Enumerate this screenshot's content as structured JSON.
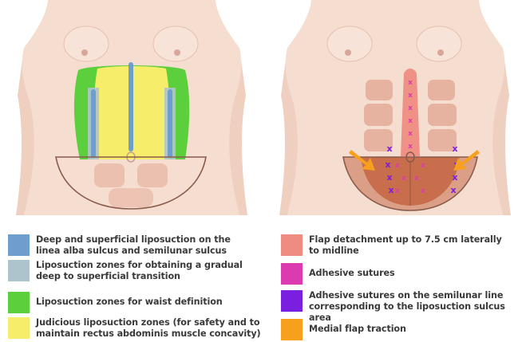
{
  "legend_left": [
    {
      "text": "Deep and superficial liposuction on the\nlinea alba sulcus and semilunar sulcus",
      "color": "#6f9dcc"
    },
    {
      "text": "Liposuction zones for obtaining a gradual\ndeep to superficial transition",
      "color": "#aec4cc"
    },
    {
      "text": "Liposuction zones for waist definition",
      "color": "#5ccf3c"
    },
    {
      "text": "Judicious liposuction zones (for safety and to\nmaintain rectus abdominis muscle concavity)",
      "color": "#f6ee6a"
    }
  ],
  "legend_right": [
    {
      "text": "Flap detachment up to 7.5 cm laterally\nto midline",
      "color": "#ef8c82"
    },
    {
      "text": "Adhesive sutures",
      "color": "#dc3ab0"
    },
    {
      "text": "Adhesive sutures on the semilunar line\ncorresponding to the liposuction sulcus area",
      "color": "#7a1ee0"
    },
    {
      "text": "Medial flap traction",
      "color": "#f7a01e"
    }
  ],
  "colors": {
    "skin": "#f5ddd0",
    "skin_shadow": "#e9c4b2",
    "muscle": "#e7b3a1",
    "outline": "#8a5a4a",
    "flap": "#c86e4c"
  }
}
